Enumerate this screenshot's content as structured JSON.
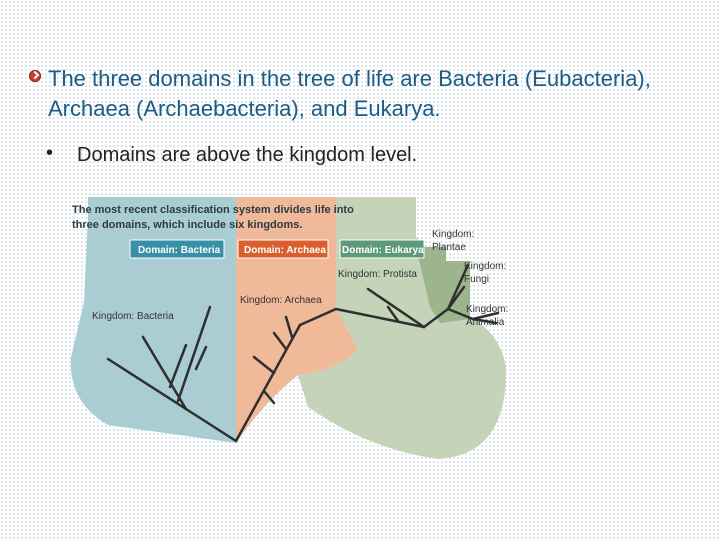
{
  "slide": {
    "title": "The three domains in the tree of life are Bacteria (Eubacteria), Archaea (Archaebacteria), and Eukarya.",
    "sub_bullet": "Domains are above the kingdom level.",
    "bullet_color": "#c9432e",
    "title_color": "#1c5c85"
  },
  "figure": {
    "caption_line1": "The most recent classification system divides life into",
    "caption_line2": "three domains, which include six kingdoms.",
    "domains": [
      {
        "label": "Domain: Bacteria",
        "color": "#3a8fa8"
      },
      {
        "label": "Domain: Archaea",
        "color": "#d9602e"
      },
      {
        "label": "Domain: Eukarya",
        "color": "#5d9a7a"
      }
    ],
    "kingdoms": {
      "bacteria": "Kingdom: Bacteria",
      "archaea": "Kingdom: Archaea",
      "protista": "Kingdom: Protista",
      "plantae_1": "Kingdom:",
      "plantae_2": "Plantae",
      "fungi_1": "Kingdom:",
      "fungi_2": "Fungi",
      "animalia_1": "Kingdom:",
      "animalia_2": "Animalia"
    },
    "region_colors": {
      "bacteria": "#a9cdd3",
      "archaea": "#efb99a",
      "eukarya": "#c5d3b9",
      "plants_fungi_animals": "#9db58c"
    }
  }
}
